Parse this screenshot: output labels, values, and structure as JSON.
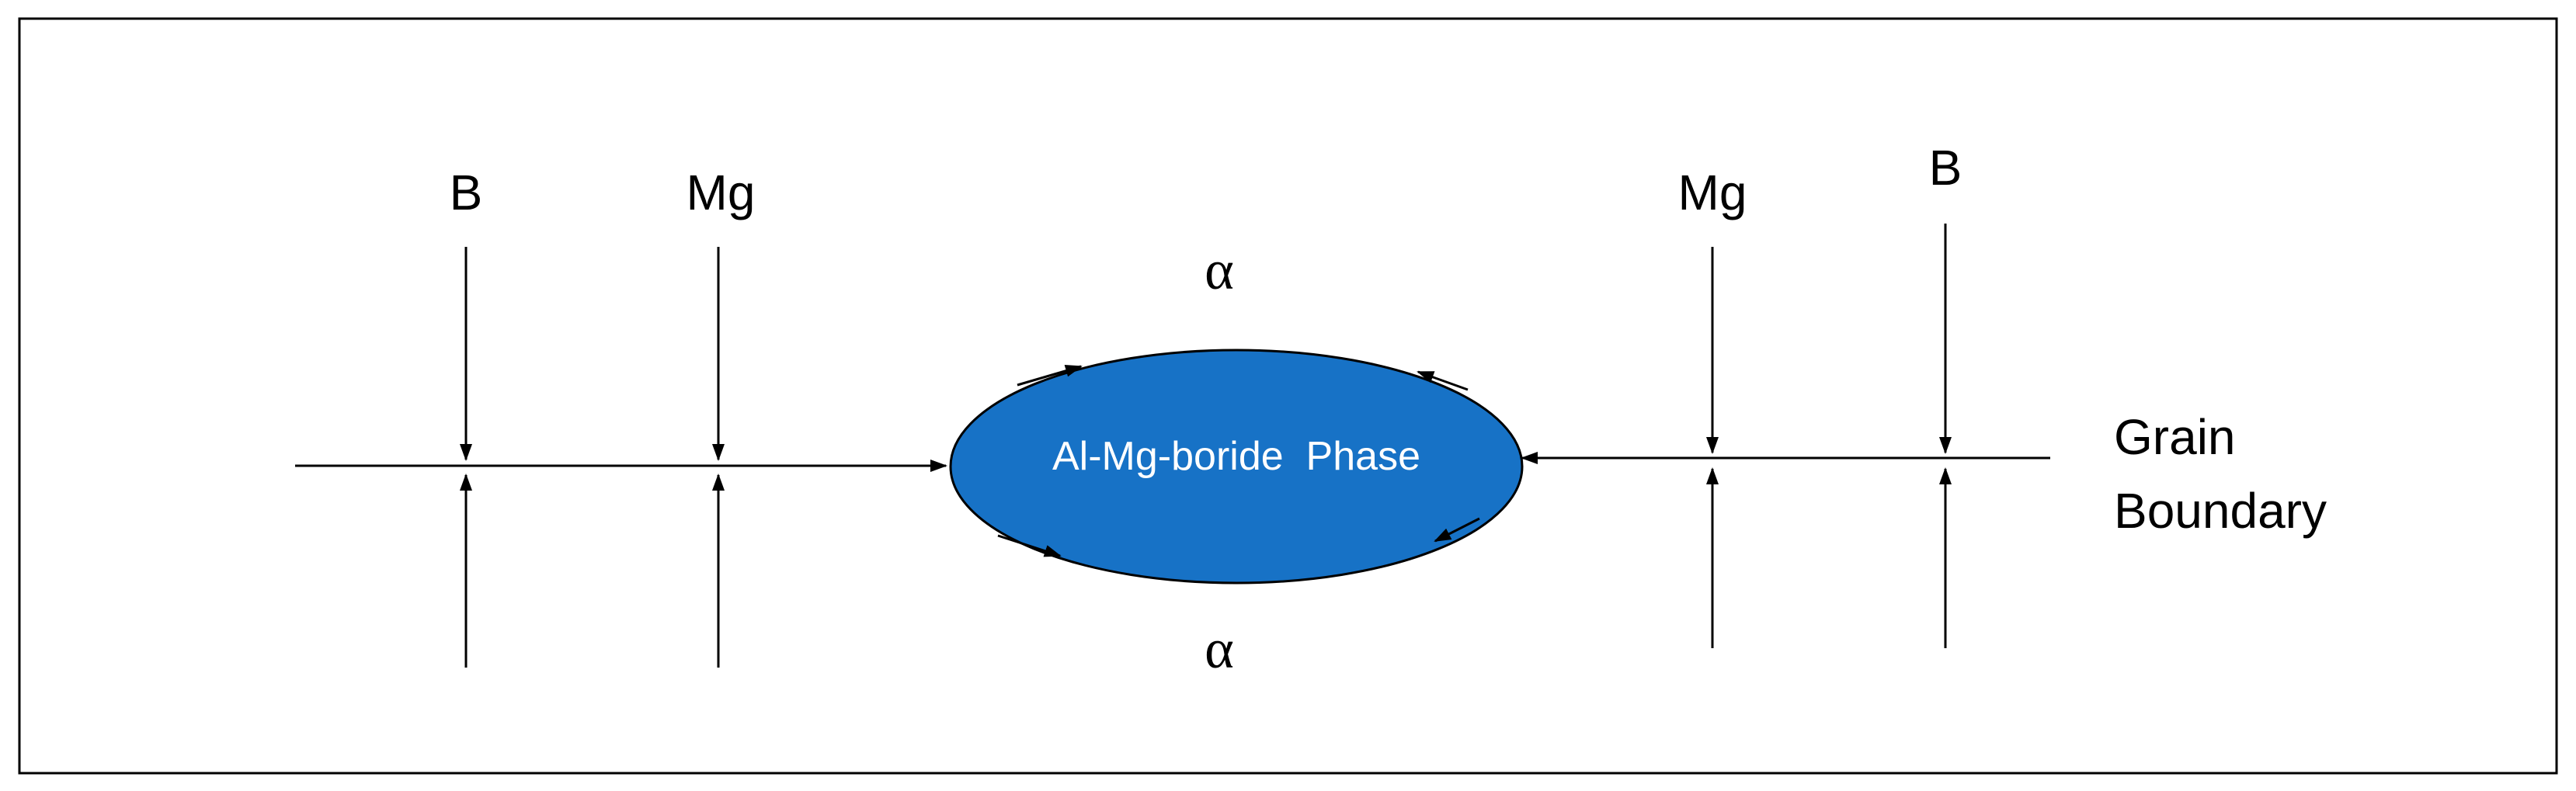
{
  "labels": {
    "left_b": "B",
    "left_mg": "Mg",
    "right_mg": "Mg",
    "right_b": "B",
    "alpha_top": "α",
    "alpha_bottom": "α",
    "phase": "Al-Mg-boride  Phase",
    "grain_line1": "Grain",
    "grain_line2": "Boundary"
  },
  "colors": {
    "phase_fill": "#1772c6",
    "phase_text": "#ffffff",
    "lines": "#000000"
  }
}
